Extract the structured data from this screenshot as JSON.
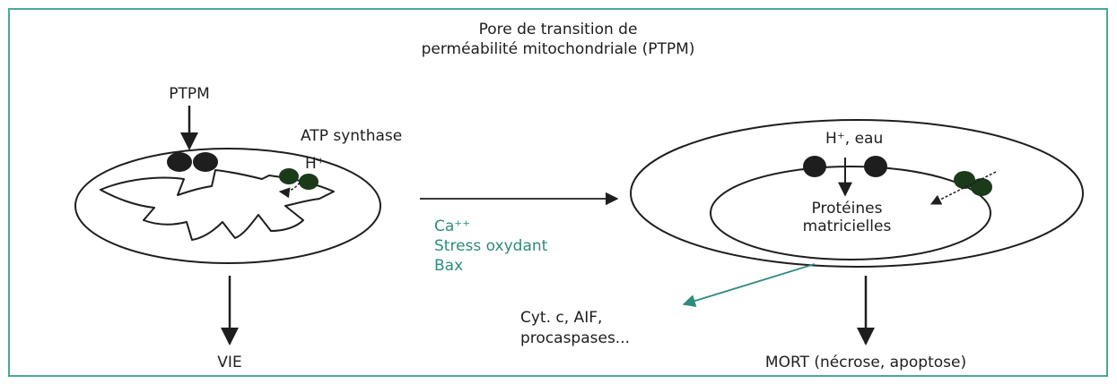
{
  "title": {
    "line1": "Pore de transition de",
    "line2": "perméabilité mitochondriale (PTPM)"
  },
  "left_mito": {
    "ptpm_label": "PTPM",
    "atp_synthase_label": "ATP synthase",
    "proton_label": "H⁺"
  },
  "conditions": {
    "line1": "Ca⁺⁺",
    "line2": "Stress oxydant",
    "line3": "Bax"
  },
  "right_mito": {
    "influx_label": "H⁺, eau",
    "matrix_label_line1": "Protéines",
    "matrix_label_line2": "matricielles"
  },
  "released": {
    "line1": "Cyt. c, AIF,",
    "line2": "procaspases..."
  },
  "outcomes": {
    "life": "VIE",
    "death": "MORT (nécrose, apoptose)"
  },
  "colors": {
    "frame": "#4aa79a",
    "ink": "#1e1e1e",
    "accent": "#2e8b7d"
  }
}
